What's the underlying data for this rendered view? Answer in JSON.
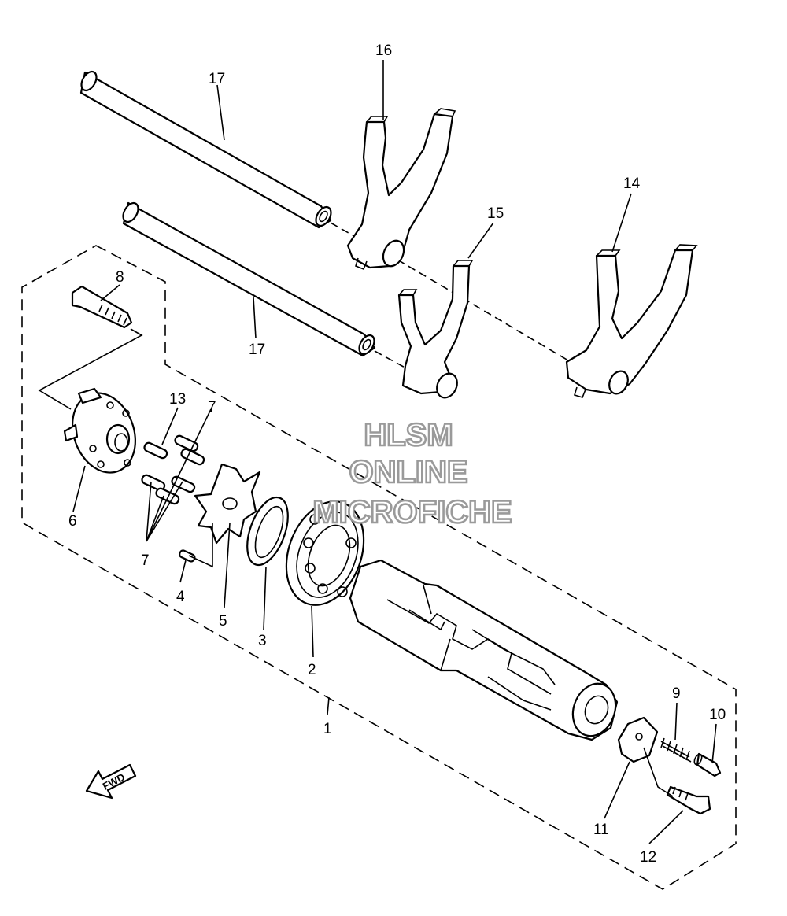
{
  "diagram": {
    "callouts": {
      "p1": "1",
      "p2": "2",
      "p3": "3",
      "p4": "4",
      "p5": "5",
      "p6": "6",
      "p7a": "7",
      "p7b": "7",
      "p8": "8",
      "p9": "9",
      "p10": "10",
      "p11": "11",
      "p12": "12",
      "p13": "13",
      "p14": "14",
      "p15": "15",
      "p16": "16",
      "p17a": "17",
      "p17b": "17"
    },
    "fwd_label": "FWD",
    "watermark": {
      "line1": "HLSM",
      "line2": "ONLINE",
      "line3": "MICROFICHE",
      "color": "#9a9a9a"
    }
  }
}
